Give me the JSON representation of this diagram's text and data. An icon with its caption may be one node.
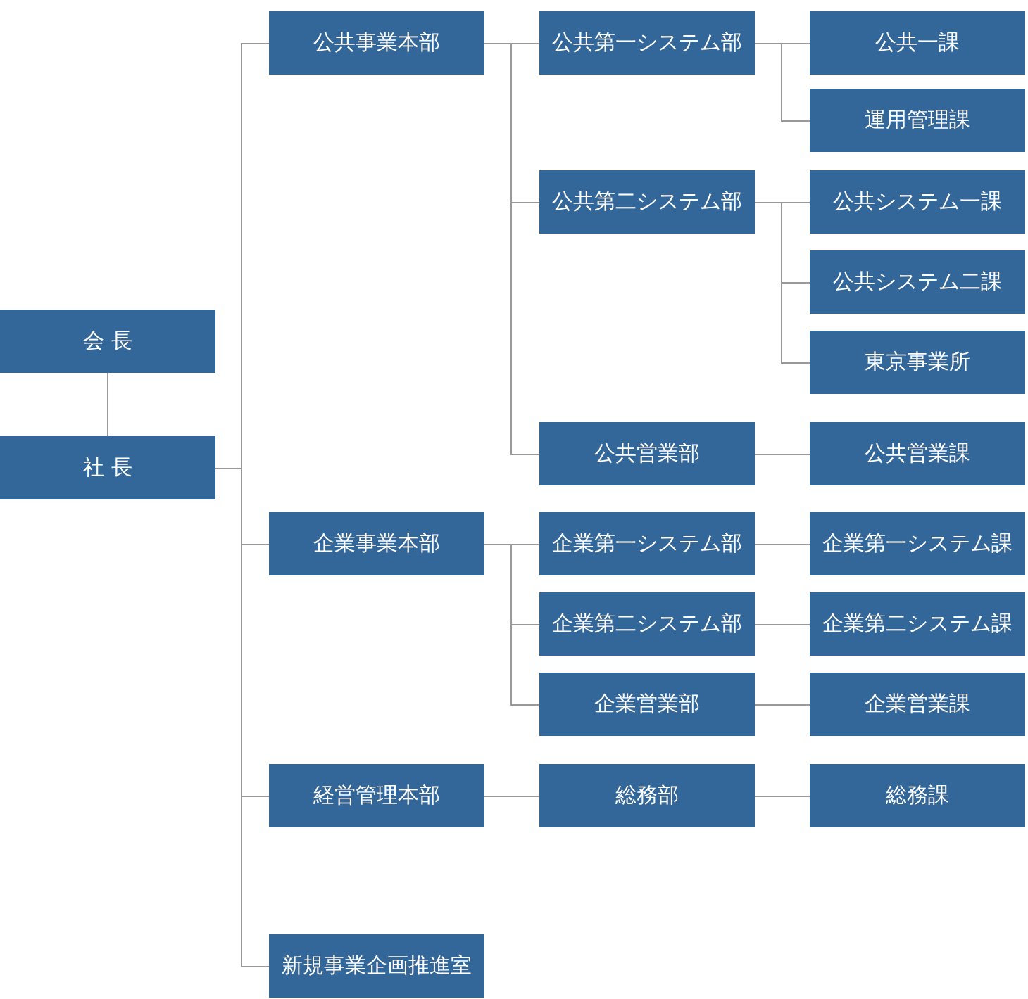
{
  "diagram": {
    "nodes": [
      {
        "text": [
          "会 長"
        ]
      },
      {
        "text": [
          "社 長"
        ]
      },
      {
        "text": [
          "公共事業本部"
        ]
      },
      {
        "text": [
          "公共第一システム部"
        ]
      },
      {
        "text": [
          "公共一課"
        ]
      },
      {
        "text": [
          "運用管理課"
        ]
      },
      {
        "text": [
          "公共第二システム部"
        ]
      },
      {
        "text": [
          "公共システム一課"
        ]
      },
      {
        "text": [
          "公共システム二課"
        ]
      },
      {
        "text": [
          "東京事業所"
        ]
      },
      {
        "text": [
          "公共営業部"
        ]
      },
      {
        "text": [
          "公共営業課"
        ]
      },
      {
        "text": [
          "企業事業本部"
        ]
      },
      {
        "text": [
          "企業第一システム部"
        ]
      },
      {
        "text": [
          "企業第一システム課"
        ]
      },
      {
        "text": [
          "企業第二システム部"
        ]
      },
      {
        "text": [
          "企業第二システム課"
        ]
      },
      {
        "text": [
          "企業営業部"
        ]
      },
      {
        "text": [
          "企業営業課"
        ]
      },
      {
        "text": [
          "経営管理本部"
        ]
      },
      {
        "text": [
          "総務部"
        ]
      },
      {
        "text": [
          "総務課"
        ]
      },
      {
        "text": [
          "新規事業企画推進室"
        ]
      }
    ],
    "edges": [
      {
        "from": 0,
        "to": 1,
        "arrow": "none"
      },
      {
        "from": 1,
        "to": 2,
        "arrow": "none"
      },
      {
        "from": 1,
        "to": 12,
        "arrow": "none"
      },
      {
        "from": 1,
        "to": 19,
        "arrow": "none"
      },
      {
        "from": 1,
        "to": 22,
        "arrow": "none"
      },
      {
        "from": 2,
        "to": 3,
        "arrow": "none"
      },
      {
        "from": 2,
        "to": 6,
        "arrow": "none"
      },
      {
        "from": 2,
        "to": 10,
        "arrow": "none"
      },
      {
        "from": 3,
        "to": 4,
        "arrow": "none"
      },
      {
        "from": 3,
        "to": 5,
        "arrow": "none"
      },
      {
        "from": 6,
        "to": 7,
        "arrow": "none"
      },
      {
        "from": 6,
        "to": 8,
        "arrow": "none"
      },
      {
        "from": 6,
        "to": 9,
        "arrow": "none"
      },
      {
        "from": 10,
        "to": 11,
        "arrow": "none"
      },
      {
        "from": 12,
        "to": 13,
        "arrow": "none"
      },
      {
        "from": 12,
        "to": 15,
        "arrow": "none"
      },
      {
        "from": 12,
        "to": 17,
        "arrow": "none"
      },
      {
        "from": 13,
        "to": 14,
        "arrow": "none"
      },
      {
        "from": 15,
        "to": 16,
        "arrow": "none"
      },
      {
        "from": 17,
        "to": 18,
        "arrow": "none"
      },
      {
        "from": 19,
        "to": 20,
        "arrow": "none"
      },
      {
        "from": 20,
        "to": 21,
        "arrow": "none"
      }
    ]
  }
}
